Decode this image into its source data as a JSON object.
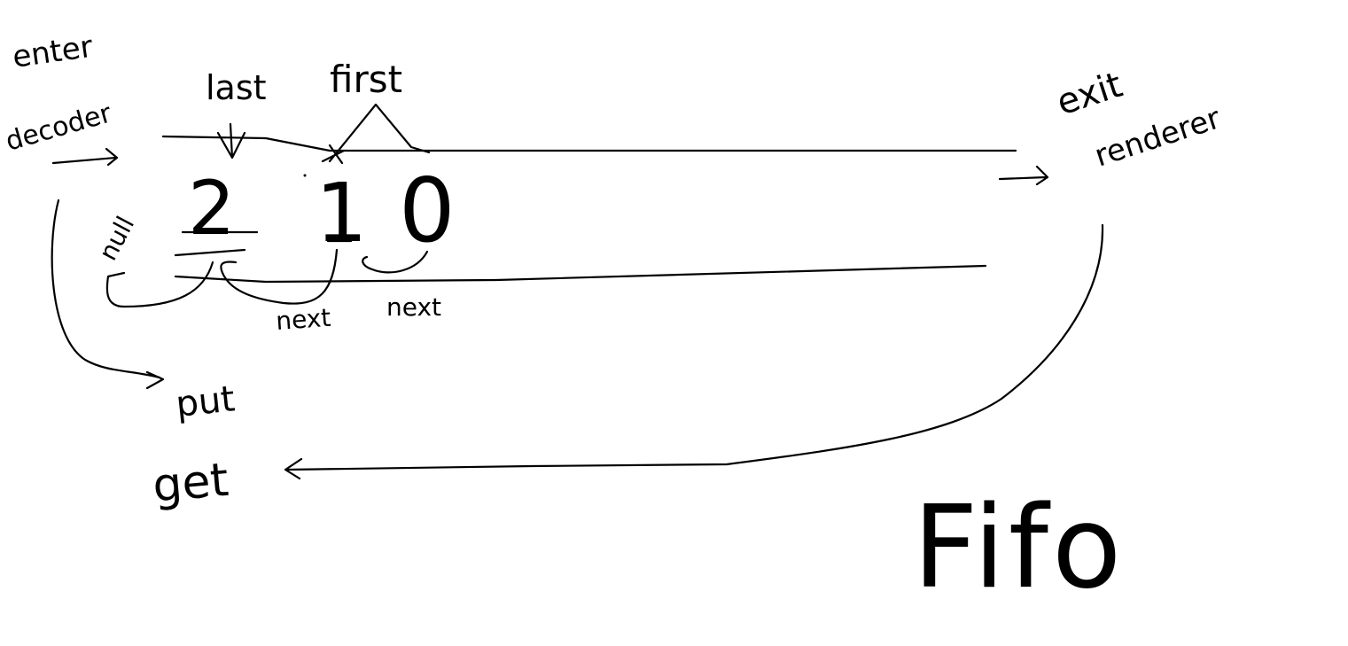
{
  "labels": {
    "enter": "enter",
    "decoder": "decoder",
    "last": "last",
    "first": "first",
    "exit": "exit",
    "renderer": "renderer",
    "null": "null",
    "next_1": "next",
    "next_2": "next",
    "put": "put",
    "get": "get",
    "fifo": "Fifo"
  },
  "nodes": {
    "node_2": "2",
    "node_1": "1",
    "node_0": "0"
  },
  "colors": {
    "ink": "#000000",
    "paper": "#ffffff"
  }
}
